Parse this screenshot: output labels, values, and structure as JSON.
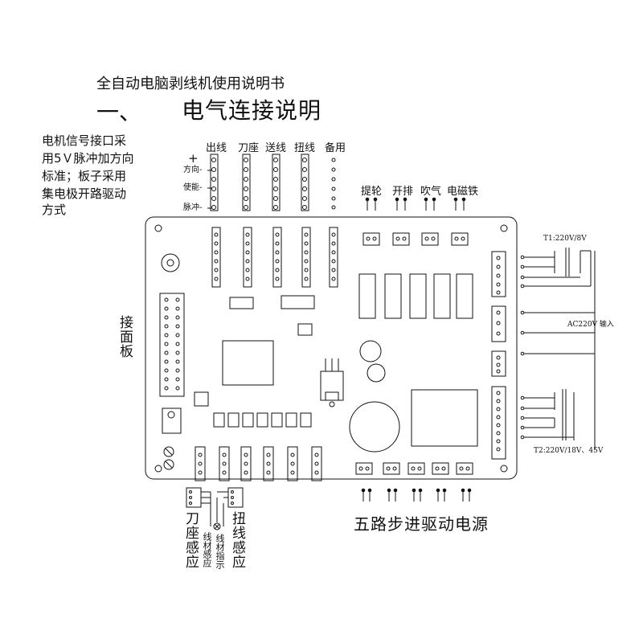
{
  "title": "全自动电脑剥线机使用说明书",
  "section": {
    "number": "一、",
    "heading": "电气连接说明"
  },
  "note_lines": [
    "电机信号接口采",
    "用5Ｖ脉冲加方向",
    "标准；板子采用",
    "集电极开路驱动",
    "方式"
  ],
  "motor_headers": [
    "出线",
    "刀座",
    "送线",
    "扭线",
    "备用"
  ],
  "signal_labels": {
    "plus": "+",
    "direction": "方向-",
    "enable": "使能-",
    "pulse": "脉冲-"
  },
  "io_labels": [
    "提轮",
    "开排",
    "吹气",
    "电磁铁"
  ],
  "left_panel_label": "接面板",
  "bottom_labels": {
    "knife_sense": "刀座感应",
    "wire_sense": "线材感应",
    "wire_indicator": "线材指示",
    "twist_sense": "扭线感应"
  },
  "stepper_power": "五路步进驱动电源",
  "transformer1": "T1:220V/8V",
  "ac_input": "AC220V 输入",
  "transformer2": "T2:220V/18V、45V",
  "colors": {
    "ink": "#111111",
    "background": "#ffffff"
  }
}
